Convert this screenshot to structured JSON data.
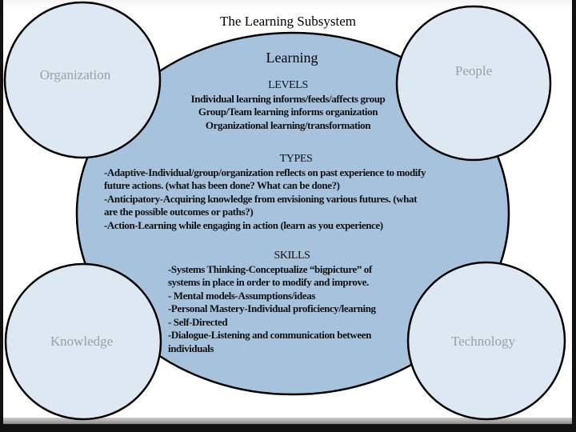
{
  "title": "The Learning Subsystem",
  "center": {
    "label": "Learning",
    "levels": {
      "heading": "LEVELS",
      "lines": [
        "Individual learning informs/feeds/affects group",
        "Group/Team learning informs organization",
        "Organizational learning/transformation"
      ]
    },
    "types": {
      "heading": "TYPES",
      "lines": [
        "-Adaptive-Individual/group/organization reflects on past experience to modify",
        "future actions. (what has been done? What can be done?)",
        "-Anticipatory-Acquiring knowledge from envisioning various futures. (what",
        "are the possible outcomes or paths?)",
        "-Action-Learning while engaging in action (learn as you experience)"
      ]
    },
    "skills": {
      "heading": "SKILLS",
      "lines": [
        "-Systems Thinking-Conceptualize “bigpicture” of",
        "systems in place in order to modify and improve.",
        "- Mental models-Assumptions/ideas",
        "-Personal Mastery-Individual proficiency/learning",
        "- Self-Directed",
        "-Dialogue-Listening and communication between",
        "individuals"
      ]
    }
  },
  "satellites": {
    "organization": "Organization",
    "people": "People",
    "knowledge": "Knowledge",
    "technology": "Technology"
  },
  "colors": {
    "center_fill": "#a7c2dc",
    "satellite_fill": "#dee8f2",
    "stroke": "#000000",
    "satellite_text": "#9a9fa6"
  }
}
